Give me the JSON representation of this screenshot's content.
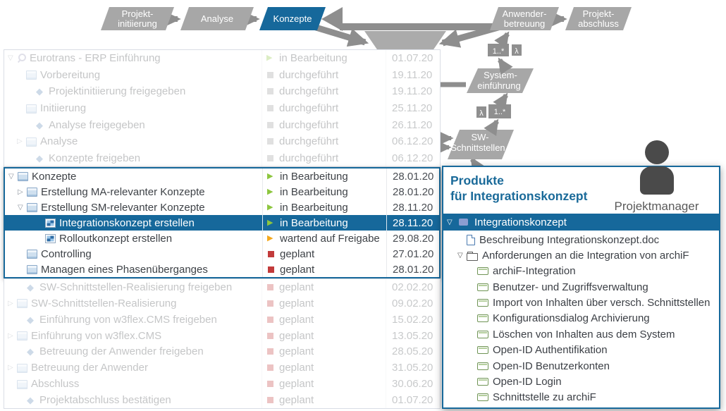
{
  "colors": {
    "brand_blue": "#16689b",
    "shape_gray": "#a7a7a7",
    "arrow_gray": "#8e8e8e",
    "status_green": "#8dc63f",
    "status_amber": "#f5a81c",
    "status_red": "#c23b3b",
    "status_gray": "#9b9b9b"
  },
  "process_flow": {
    "phases": [
      {
        "label": "Projekt-\ninitiierung",
        "active": false
      },
      {
        "label": "Analyse",
        "active": false
      },
      {
        "label": "Konzepte",
        "active": true
      },
      {
        "label": "Anwender-\nbetreuung",
        "active": false
      },
      {
        "label": "Projekt-\nabschluss",
        "active": false
      }
    ],
    "sub_shapes": {
      "system_line1": "System-",
      "system_line2": "einführung",
      "sw_line1": "SW-",
      "sw_line2": "Schnittstellen"
    },
    "cardinalities": {
      "upper_mult": "1..*",
      "upper_sym": "λ",
      "lower_sym": "λ",
      "lower_mult": "1..*"
    }
  },
  "task_table": {
    "sections": [
      {
        "style": "dim",
        "rows": [
          {
            "level": 0,
            "expander": "open",
            "icon": "project",
            "label": "Eurotrans - ERP Einführung",
            "status_icon": "play-green",
            "status": "in Bearbeitung",
            "date": "01.07.20"
          },
          {
            "level": 1,
            "expander": null,
            "icon": "phase",
            "label": "Vorbereitung",
            "status_icon": "sq-gray",
            "status": "durchgeführt",
            "date": "19.11.20"
          },
          {
            "level": 1,
            "expander": null,
            "icon": "milestone",
            "label": "Projektinitiierung freigegeben",
            "status_icon": "sq-gray",
            "status": "durchgeführt",
            "date": "19.11.20"
          },
          {
            "level": 1,
            "expander": null,
            "icon": "phase",
            "label": "Initiierung",
            "status_icon": "sq-gray",
            "status": "durchgeführt",
            "date": "25.11.20"
          },
          {
            "level": 1,
            "expander": null,
            "icon": "milestone",
            "label": "Analyse freigegeben",
            "status_icon": "sq-gray",
            "status": "durchgeführt",
            "date": "26.11.20"
          },
          {
            "level": 1,
            "expander": "closed",
            "icon": "phase",
            "label": "Analyse",
            "status_icon": "sq-gray",
            "status": "durchgeführt",
            "date": "06.12.20"
          },
          {
            "level": 1,
            "expander": null,
            "icon": "milestone",
            "label": "Konzepte freigeben",
            "status_icon": "sq-gray",
            "status": "durchgeführt",
            "date": "06.12.20"
          }
        ]
      },
      {
        "style": "focus",
        "rows": [
          {
            "level": 0,
            "expander": "open",
            "icon": "phase",
            "label": "Konzepte",
            "status_icon": "play-green",
            "status": "in Bearbeitung",
            "date": "28.01.20"
          },
          {
            "level": 1,
            "expander": "closed",
            "icon": "phase",
            "label": "Erstellung MA-relevanter Konzepte",
            "status_icon": "play-green",
            "status": "in Bearbeitung",
            "date": "28.01.20"
          },
          {
            "level": 1,
            "expander": "open",
            "icon": "phase",
            "label": "Erstellung SM-relevanter Konzepte",
            "status_icon": "play-green",
            "status": "in Bearbeitung",
            "date": "28.11.20"
          },
          {
            "level": 3,
            "expander": null,
            "icon": "task",
            "label": "Integrationskonzept erstellen",
            "status_icon": "play-green",
            "status": "in Bearbeitung",
            "date": "28.11.20",
            "selected": true
          },
          {
            "level": 3,
            "expander": null,
            "icon": "task",
            "label": "Rolloutkonzept erstellen",
            "status_icon": "play-amber",
            "status": "wartend auf Freigabe",
            "date": "29.08.20"
          },
          {
            "level": 1,
            "expander": null,
            "icon": "phase",
            "label": "Controlling",
            "status_icon": "sq-red",
            "status": "geplant",
            "date": "27.01.20"
          },
          {
            "level": 1,
            "expander": null,
            "icon": "phase",
            "label": "Managen eines Phasenüberganges",
            "status_icon": "sq-red",
            "status": "geplant",
            "date": "28.01.20"
          }
        ]
      },
      {
        "style": "dim",
        "rows": [
          {
            "level": 0,
            "expander": null,
            "icon": "milestone",
            "label": "SW-Schnittstellen-Realisierung freigeben",
            "status_icon": "sq-red",
            "status": "geplant",
            "date": "02.02.20"
          },
          {
            "level": 0,
            "expander": "closed",
            "icon": "phase",
            "label": "SW-Schnittstellen-Realisierung",
            "status_icon": "sq-red",
            "status": "geplant",
            "date": "09.02.20"
          },
          {
            "level": 0,
            "expander": null,
            "icon": "milestone",
            "label": "Einführung von w3flex.CMS freigeben",
            "status_icon": "sq-red",
            "status": "geplant",
            "date": "15.02.20"
          },
          {
            "level": 0,
            "expander": "closed",
            "icon": "phase",
            "label": "Einführung von w3flex.CMS",
            "status_icon": "sq-red",
            "status": "geplant",
            "date": "13.05.20"
          },
          {
            "level": 0,
            "expander": null,
            "icon": "milestone",
            "label": "Betreuung der Anwender freigeben",
            "status_icon": "sq-red",
            "status": "geplant",
            "date": "28.05.20"
          },
          {
            "level": 0,
            "expander": "closed",
            "icon": "phase",
            "label": "Betreuung der Anwender",
            "status_icon": "sq-red",
            "status": "geplant",
            "date": "31.05.20"
          },
          {
            "level": 0,
            "expander": null,
            "icon": "phase",
            "label": "Abschluss",
            "status_icon": "sq-red",
            "status": "geplant",
            "date": "30.06.20"
          },
          {
            "level": 0,
            "expander": null,
            "icon": "milestone",
            "label": "Projektabschluss bestätigen",
            "status_icon": "sq-red",
            "status": "geplant",
            "date": "01.07.20"
          }
        ]
      }
    ]
  },
  "product_panel": {
    "title_line1": "Produkte",
    "title_line2": "für Integrationskonzept",
    "role_label": "Projektmanager",
    "root_label": "Integrationskonzept",
    "items": [
      {
        "level": 1,
        "expander": null,
        "icon": "doc",
        "label": "Beschreibung Integrationskonzept.doc"
      },
      {
        "level": 1,
        "expander": "open",
        "icon": "folder",
        "label": "Anforderungen an die Integration von archiF"
      },
      {
        "level": 2,
        "expander": null,
        "icon": "req",
        "label": "archiF-Integration"
      },
      {
        "level": 2,
        "expander": null,
        "icon": "req",
        "label": "Benutzer- und Zugriffsverwaltung"
      },
      {
        "level": 2,
        "expander": null,
        "icon": "req",
        "label": "Import von Inhalten über versch. Schnittstellen"
      },
      {
        "level": 2,
        "expander": null,
        "icon": "req",
        "label": "Konfigurationsdialog Archivierung"
      },
      {
        "level": 2,
        "expander": null,
        "icon": "req",
        "label": "Löschen von Inhalten aus dem System"
      },
      {
        "level": 2,
        "expander": null,
        "icon": "req",
        "label": "Open-ID Authentifikation"
      },
      {
        "level": 2,
        "expander": null,
        "icon": "req",
        "label": "Open-ID Benutzerkonten"
      },
      {
        "level": 2,
        "expander": null,
        "icon": "req",
        "label": "Open-ID Login"
      },
      {
        "level": 2,
        "expander": null,
        "icon": "req",
        "label": "Schnittstelle zu archiF"
      }
    ]
  }
}
